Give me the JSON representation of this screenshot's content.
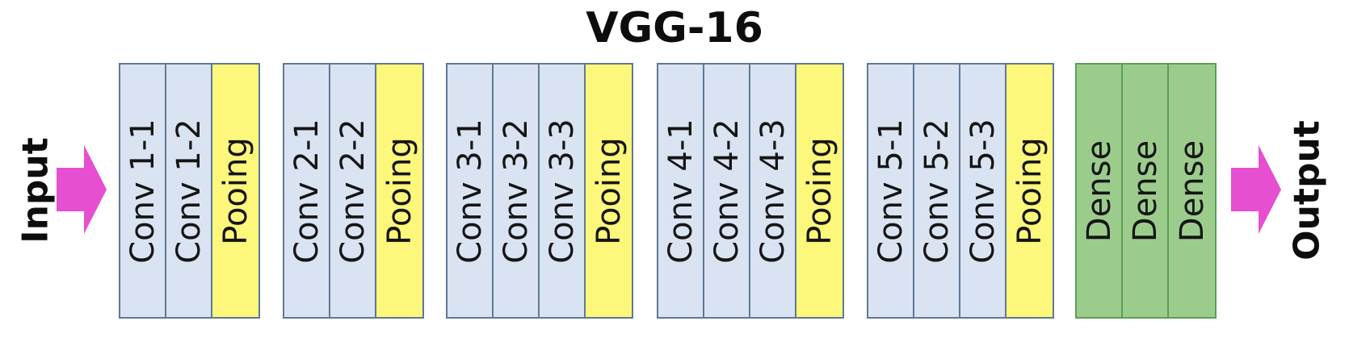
{
  "title": "VGG-16",
  "input_label": "Input",
  "output_label": "Output",
  "colors": {
    "conv": "#dae3f1",
    "pooling": "#fdf77b",
    "dense": "#9ccc8c",
    "arrow": "#e64fcf",
    "border": "#5f7996"
  },
  "groups": [
    {
      "layers": [
        {
          "label": "Conv 1-1",
          "kind": "conv"
        },
        {
          "label": "Conv 1-2",
          "kind": "conv"
        },
        {
          "label": "Pooing",
          "kind": "pool"
        }
      ]
    },
    {
      "layers": [
        {
          "label": "Conv 2-1",
          "kind": "conv"
        },
        {
          "label": "Conv 2-2",
          "kind": "conv"
        },
        {
          "label": "Pooing",
          "kind": "pool"
        }
      ]
    },
    {
      "layers": [
        {
          "label": "Conv 3-1",
          "kind": "conv"
        },
        {
          "label": "Conv 3-2",
          "kind": "conv"
        },
        {
          "label": "Conv 3-3",
          "kind": "conv"
        },
        {
          "label": "Pooing",
          "kind": "pool"
        }
      ]
    },
    {
      "layers": [
        {
          "label": "Conv 4-1",
          "kind": "conv"
        },
        {
          "label": "Conv 4-2",
          "kind": "conv"
        },
        {
          "label": "Conv 4-3",
          "kind": "conv"
        },
        {
          "label": "Pooing",
          "kind": "pool"
        }
      ]
    },
    {
      "layers": [
        {
          "label": "Conv 5-1",
          "kind": "conv"
        },
        {
          "label": "Conv 5-2",
          "kind": "conv"
        },
        {
          "label": "Conv 5-3",
          "kind": "conv"
        },
        {
          "label": "Pooing",
          "kind": "pool"
        }
      ]
    },
    {
      "layers": [
        {
          "label": "Dense",
          "kind": "dense"
        },
        {
          "label": "Dense",
          "kind": "dense"
        },
        {
          "label": "Dense",
          "kind": "dense"
        }
      ]
    }
  ]
}
